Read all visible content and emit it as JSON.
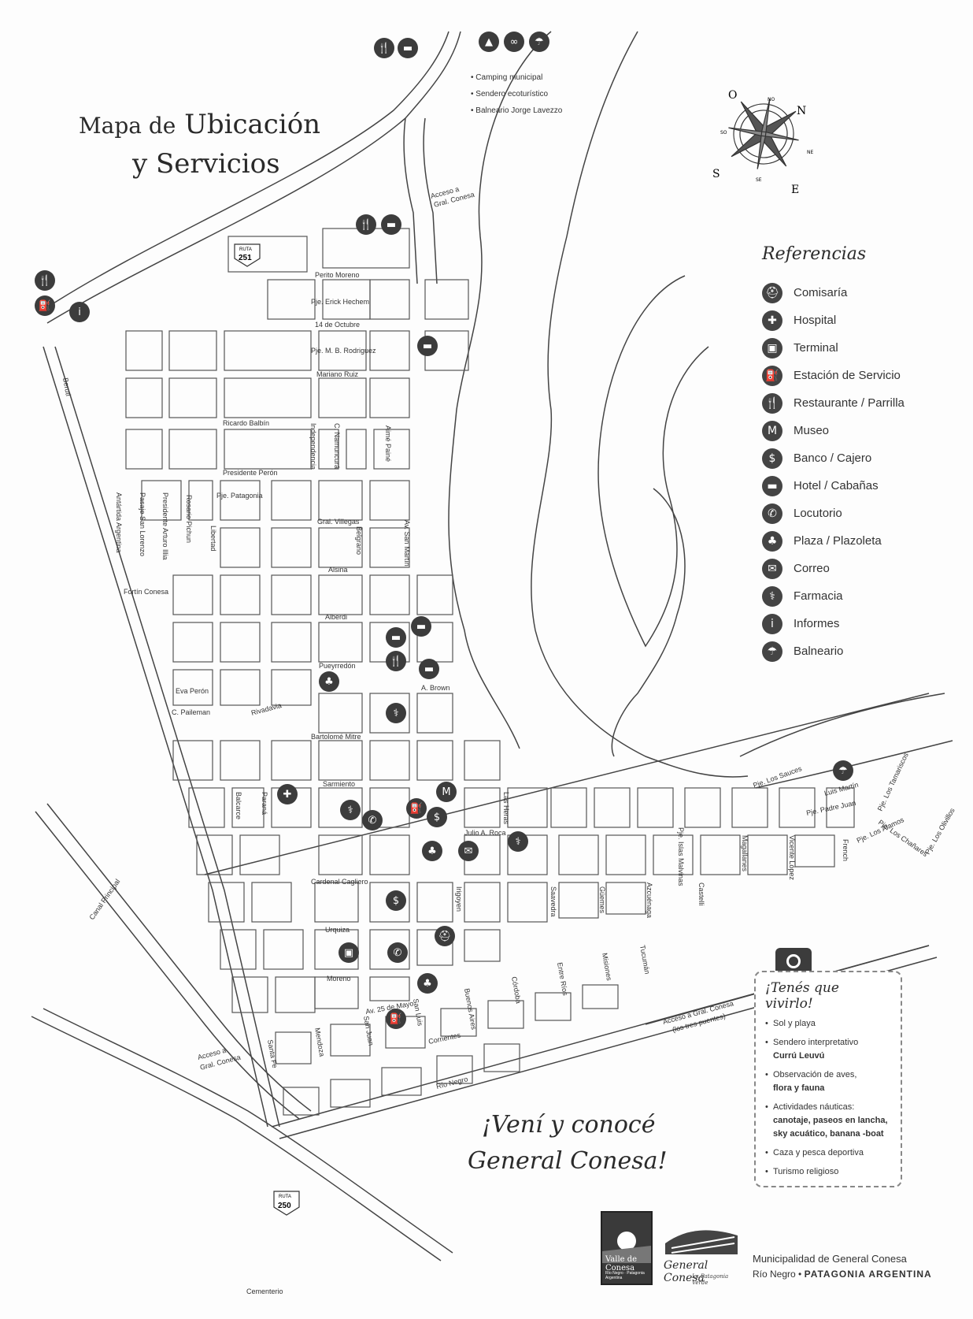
{
  "title": {
    "line1_a": "Mapa de",
    "line1_b": "Ubicación",
    "line2": "y Servicios"
  },
  "top_notes": [
    "Camping municipal",
    "Sendero ecoturístico",
    "Balneario Jorge Lavezzo"
  ],
  "compass": {
    "N": "N",
    "E": "E",
    "S": "S",
    "O": "O",
    "NO": "NO",
    "NE": "NE",
    "SE": "SE",
    "SO": "SO"
  },
  "references": {
    "title": "Referencias",
    "items": [
      {
        "icon": "police-icon",
        "glyph": "⛑",
        "label": "Comisaría"
      },
      {
        "icon": "hospital-icon",
        "glyph": "✚",
        "label": "Hospital"
      },
      {
        "icon": "bus-terminal-icon",
        "glyph": "▣",
        "label": "Terminal"
      },
      {
        "icon": "fuel-station-icon",
        "glyph": "⛽",
        "label": "Estación de Servicio"
      },
      {
        "icon": "restaurant-icon",
        "glyph": "🍴",
        "label": "Restaurante / Parrilla"
      },
      {
        "icon": "museum-icon",
        "glyph": "M",
        "label": "Museo"
      },
      {
        "icon": "bank-icon",
        "glyph": "$",
        "label": "Banco / Cajero"
      },
      {
        "icon": "hotel-icon",
        "glyph": "▬",
        "label": "Hotel / Cabañas"
      },
      {
        "icon": "phone-icon",
        "glyph": "✆",
        "label": "Locutorio"
      },
      {
        "icon": "tree-icon",
        "glyph": "♣",
        "label": "Plaza / Plazoleta"
      },
      {
        "icon": "mail-icon",
        "glyph": "✉",
        "label": "Correo"
      },
      {
        "icon": "pharmacy-icon",
        "glyph": "⚕",
        "label": "Farmacia"
      },
      {
        "icon": "info-icon",
        "glyph": "i",
        "label": "Informes"
      },
      {
        "icon": "beach-icon",
        "glyph": "☂",
        "label": "Balneario"
      }
    ]
  },
  "route_shields": {
    "r251_label": "RUTA",
    "r251_num": "251",
    "r250_label": "RUTA",
    "r250_num": "250"
  },
  "streets": {
    "perito_moreno": "Perito Moreno",
    "erick_hechem": "Pje. Erick Hechem",
    "catorce_octubre": "14 de Octubre",
    "mb_rodriguez": "Pje. M. B. Rodriguez",
    "mariano_ruiz": "Mariano Ruiz",
    "ricardo_balbin": "Ricardo Balbín",
    "presidente_peron": "Presidente Perón",
    "pje_patagonia": "Pje. Patagonia",
    "gral_villegas": "Gral. Villegas",
    "alsina": "Alsina",
    "fortin_conesa": "Fortín Conesa",
    "alberdi": "Alberdi",
    "pueyrredon": "Pueyrredón",
    "a_brown": "A. Brown",
    "eva_peron": "Eva Perón",
    "c_paileman": "C. Paileman",
    "rivadavia": "Rivadavia",
    "bartolome_mitre": "Bartolomé Mitre",
    "sarmiento": "Sarmiento",
    "julio_roca": "Julio A. Roca",
    "cardenal_cagliero": "Cardenal Cagliero",
    "urquiza": "Urquiza",
    "moreno": "Moreno",
    "av_25_mayo": "Av. 25 de Mayo",
    "corrientes": "Corrientes",
    "rio_negro": "Río Negro",
    "beruti": "Beruti",
    "antartida": "Antártida Argentina",
    "pasaje_san_lorenzo": "Pasaje San Lorenzo",
    "presidente_illia": "Presidente Arturo Illia",
    "rosario_pichun": "Rosario Pichun",
    "libertad": "Libertad",
    "independencia": "Independencia",
    "c_namuncura": "C. Namuncurá",
    "aime_paine": "Aimé Painé",
    "belgrano": "Belgrano",
    "av_san_martin": "Av. San Martín",
    "balcarce": "Balcarce",
    "parana": "Paraná",
    "las_heras": "Las Heras",
    "irigoyen": "Irigoyen",
    "saavedra": "Saavedra",
    "guemes": "Güemes",
    "azcuenaga": "Azcuénaga",
    "castelli": "Castelli",
    "malvinas": "Pje. Islas Malvinas",
    "magallanes": "Magallanes",
    "vicente_lopez": "Vicente López",
    "french": "French",
    "pje_los_sauces": "Pje. Los Sauces",
    "luis_martin": "Luis Martín",
    "pje_padre_juan": "Pje. Padre Juan",
    "pje_los_alamos": "Pje. Los Álamos",
    "pje_los_chanares": "Pje. Los Chañares",
    "pje_los_tamariscos": "Pje. Los Tamariscos",
    "pje_los_olivillos": "Pje. Los Olivillos",
    "tucuman": "Tucumán",
    "misiones": "Misiones",
    "entre_rios": "Entre Ríos",
    "cordoba": "Córdoba",
    "buenos_aires": "Buenos Aires",
    "san_luis": "San Luis",
    "san_juan": "San Juan",
    "mendoza": "Mendoza",
    "santa_fe": "Santa Fe",
    "canal_principal": "Canal Principal",
    "acceso_top_1": "Acceso a",
    "acceso_top_2": "Gral. Conesa",
    "acceso_left_1": "Acceso a",
    "acceso_left_2": "Gral. Conesa",
    "acceso_tres_1": "Acceso a Gral. Conesa",
    "acceso_tres_2": "(los tres puentes)",
    "cementerio": "Cementerio"
  },
  "tenes": {
    "title": "¡Tenés que vivirlo!",
    "items": [
      {
        "text": "Sol y playa",
        "bold": ""
      },
      {
        "text": "Sendero interpretativo",
        "bold": "Currú Leuvú"
      },
      {
        "text": "Observación de aves,",
        "bold": "flora y fauna"
      },
      {
        "text": "Actividades náuticas:",
        "bold": "canotaje, paseos en lancha, sky acuático, banana -boat"
      },
      {
        "text": "Caza y pesca deportiva",
        "bold": ""
      },
      {
        "text": "Turismo religioso",
        "bold": ""
      }
    ]
  },
  "slogan": {
    "line1": "¡Vení y conocé",
    "line2": "General Conesa!"
  },
  "logos": {
    "valle_a": "Valle de Conesa",
    "valle_b": "Río Negro · Patagonia Argentina",
    "gc_a": "General Conesa",
    "gc_b": "La Patagonia Verde"
  },
  "footer": {
    "line1": "Municipalidad de General Conesa",
    "line2_a": "Río Negro",
    "line2_b": "PATAGONIA ARGENTINA"
  },
  "colors": {
    "ink": "#333333",
    "icon_fill": "#3c3c3c",
    "paper": "#fdfdfd"
  }
}
